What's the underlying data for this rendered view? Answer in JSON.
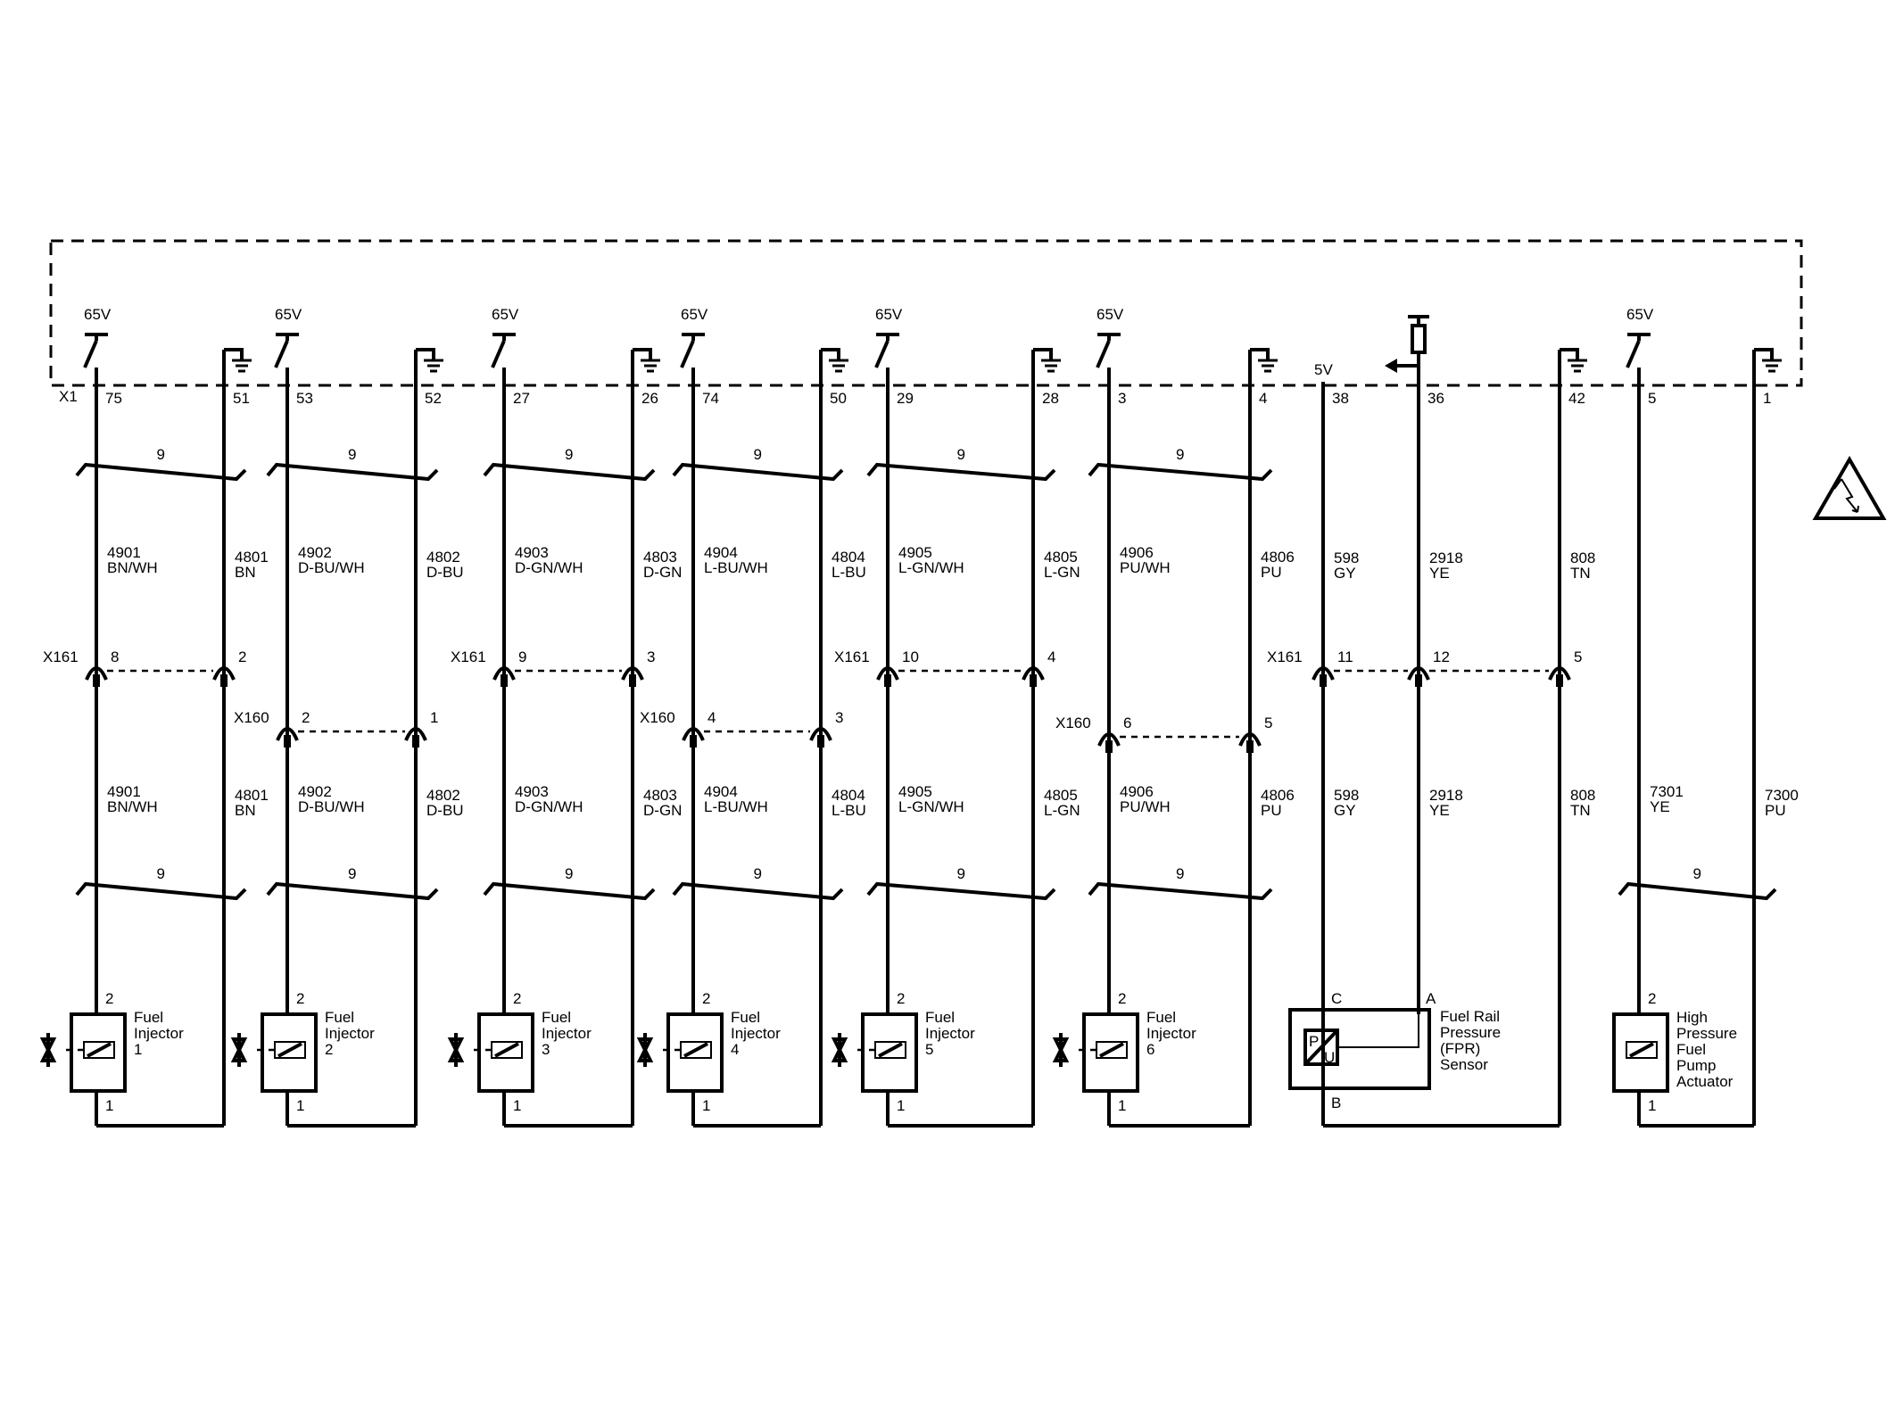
{
  "ecm": {
    "connector_label": "X1",
    "supply_label": "65V",
    "sensor_ref_label": "5V"
  },
  "inline_connectors": {
    "x161": "X161",
    "x160": "X160"
  },
  "twist_count": "9",
  "pairs": [
    {
      "pin_a": "75",
      "pin_b": "51",
      "wire_a": {
        "num": "4901",
        "color": "BN/WH"
      },
      "wire_b": {
        "num": "4801",
        "color": "BN"
      },
      "cav_a": "8",
      "cav_b": "2",
      "conn": "x161",
      "comp_pin_top": "2",
      "comp_pin_bot": "1",
      "name": [
        "Fuel",
        "Injector",
        "1"
      ]
    },
    {
      "pin_a": "53",
      "pin_b": "52",
      "wire_a": {
        "num": "4902",
        "color": "D-BU/WH"
      },
      "wire_b": {
        "num": "4802",
        "color": "D-BU"
      },
      "cav_a": "2",
      "cav_b": "1",
      "conn": "x160",
      "comp_pin_top": "2",
      "comp_pin_bot": "1",
      "name": [
        "Fuel",
        "Injector",
        "2"
      ]
    },
    {
      "pin_a": "27",
      "pin_b": "26",
      "wire_a": {
        "num": "4903",
        "color": "D-GN/WH"
      },
      "wire_b": {
        "num": "4803",
        "color": "D-GN"
      },
      "cav_a": "9",
      "cav_b": "3",
      "conn": "x161",
      "comp_pin_top": "2",
      "comp_pin_bot": "1",
      "name": [
        "Fuel",
        "Injector",
        "3"
      ]
    },
    {
      "pin_a": "74",
      "pin_b": "50",
      "wire_a": {
        "num": "4904",
        "color": "L-BU/WH"
      },
      "wire_b": {
        "num": "4804",
        "color": "L-BU"
      },
      "cav_a": "4",
      "cav_b": "3",
      "conn": "x160",
      "comp_pin_top": "2",
      "comp_pin_bot": "1",
      "name": [
        "Fuel",
        "Injector",
        "4"
      ]
    },
    {
      "pin_a": "29",
      "pin_b": "28",
      "wire_a": {
        "num": "4905",
        "color": "L-GN/WH"
      },
      "wire_b": {
        "num": "4805",
        "color": "L-GN"
      },
      "cav_a": "10",
      "cav_b": "4",
      "conn": "x161",
      "comp_pin_top": "2",
      "comp_pin_bot": "1",
      "name": [
        "Fuel",
        "Injector",
        "5"
      ]
    },
    {
      "pin_a": "3",
      "pin_b": "4",
      "wire_a": {
        "num": "4906",
        "color": "PU/WH"
      },
      "wire_b": {
        "num": "4806",
        "color": "PU"
      },
      "cav_a": "6",
      "cav_b": "5",
      "conn": "x160",
      "comp_pin_top": "2",
      "comp_pin_bot": "1",
      "name": [
        "Fuel",
        "Injector",
        "6"
      ]
    }
  ],
  "fpr": {
    "pins": [
      "38",
      "36",
      "42"
    ],
    "wires": [
      {
        "num": "598",
        "color": "GY"
      },
      {
        "num": "2918",
        "color": "YE"
      },
      {
        "num": "808",
        "color": "TN"
      }
    ],
    "cavities": [
      "11",
      "12",
      "5"
    ],
    "comp_pins": [
      "C",
      "A",
      "B"
    ],
    "name": [
      "Fuel Rail",
      "Pressure",
      "(FPR)",
      "Sensor"
    ],
    "symbol_p": "P",
    "symbol_u": "U"
  },
  "hp_pump": {
    "pin_a": "5",
    "pin_b": "1",
    "wire_a": {
      "num": "7301",
      "color": "YE"
    },
    "wire_b": {
      "num": "7300",
      "color": "PU"
    },
    "comp_pin_top": "2",
    "comp_pin_bot": "1",
    "name": [
      "High",
      "Pressure",
      "Fuel",
      "Pump",
      "Actuator"
    ]
  },
  "esd_icon": "esd-warning-icon"
}
